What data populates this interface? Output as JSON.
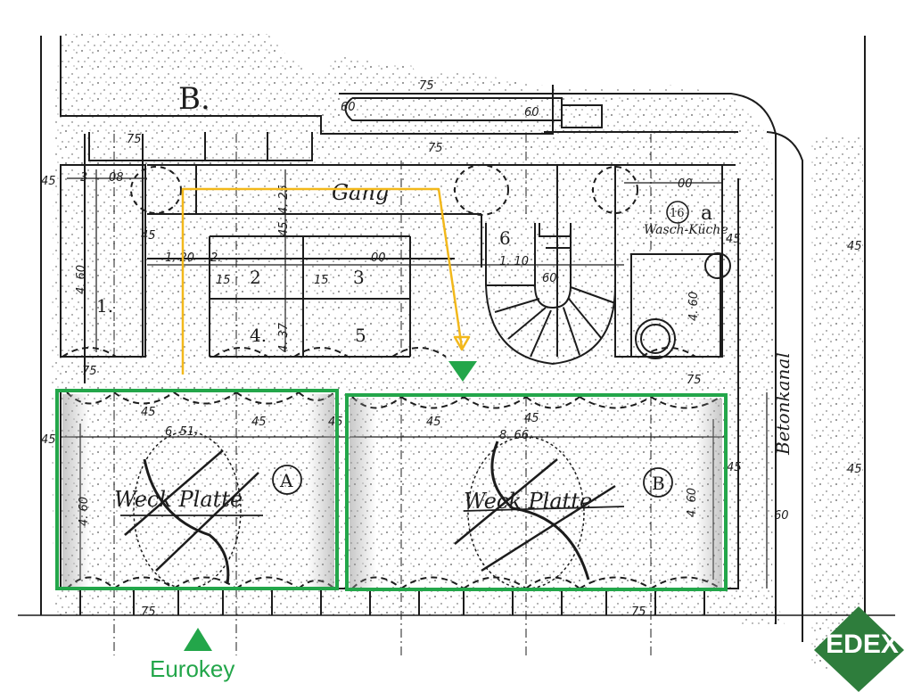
{
  "legend": {
    "entrance_label": "Eurokey"
  },
  "brand": {
    "name": "EDEX",
    "color": "#2e7d3c"
  },
  "colors": {
    "highlight": "#23a64a",
    "route": "#f2b81b",
    "ink": "#1c1c1c"
  },
  "plan": {
    "rooms": {
      "a": {
        "mark": "A",
        "caption": "Weck Platte"
      },
      "b": {
        "mark": "B",
        "caption": "Weck Platte"
      },
      "top_marker": "B."
    },
    "corridor": "Gang",
    "stair_label": "6",
    "wash_label": "Wasch-Küche",
    "room_16": "16",
    "room_16_suffix": "a",
    "numbers": {
      "r1": "1.",
      "r2": "2",
      "r3": "3",
      "r4": "4.",
      "r5": "5"
    },
    "vertical_right": "Betonkanal",
    "dimensions": {
      "d45": "45",
      "d75": "75",
      "d60": "60",
      "d08": "08",
      "d3": "3",
      "d460": "4. 60",
      "d460b": "4. 60",
      "d460c": "4. 60",
      "d460d": "4. 60",
      "d51": "6. 51.",
      "d66": "8. 66.",
      "d137": "4. 37",
      "d120": "1. 20",
      "d110": "1. 10",
      "d00": "00",
      "d15": "15",
      "d2": "2.",
      "d45_25": "45. 4. 25"
    }
  }
}
